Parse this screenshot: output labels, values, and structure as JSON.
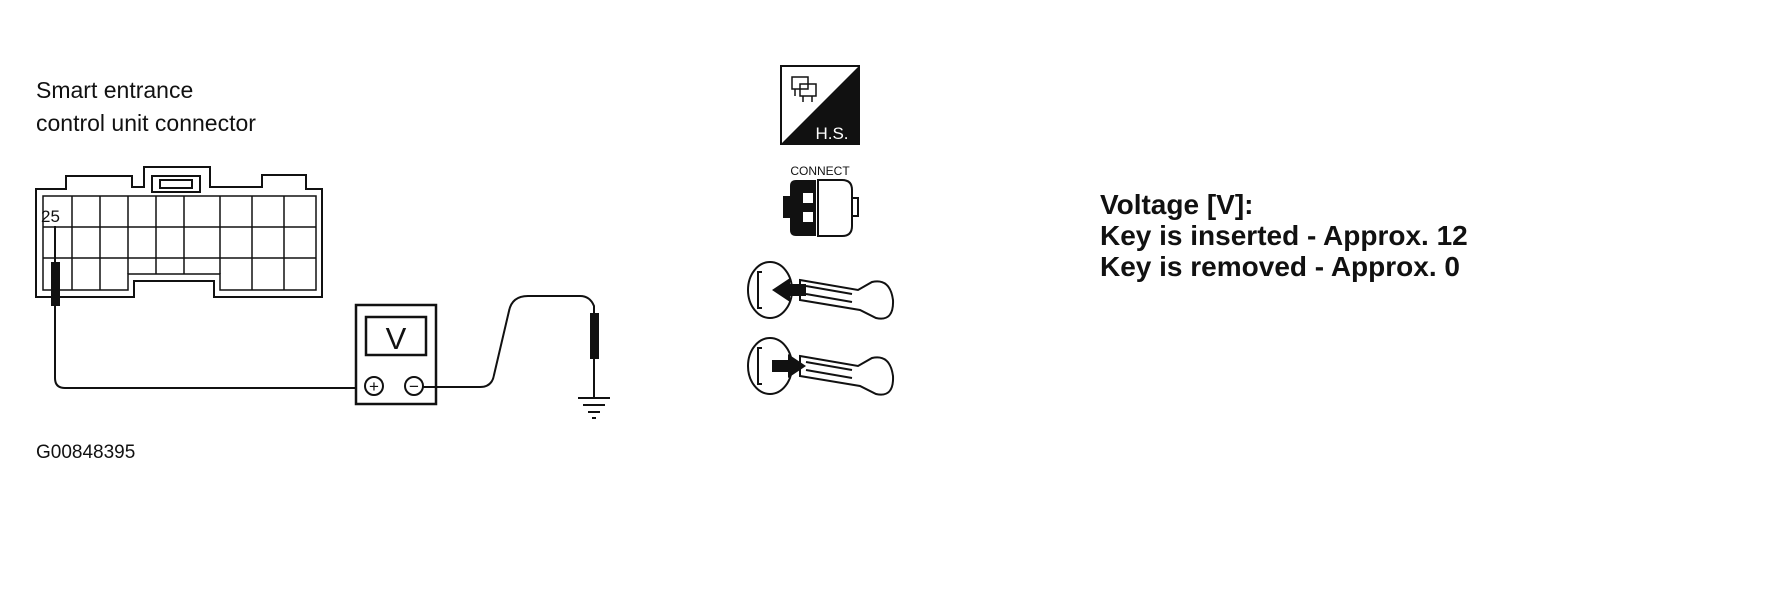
{
  "connector": {
    "label_line1": "Smart entrance",
    "label_line2": "control unit connector",
    "pin_number": "25"
  },
  "meter": {
    "symbol": "V",
    "plus": "+",
    "minus": "−"
  },
  "icons": {
    "hs_label": "H.S.",
    "connect_label": "CONNECT",
    "key_insert_icon": "key-insert-icon",
    "key_remove_icon": "key-remove-icon"
  },
  "spec": {
    "line1": "Voltage [V]:",
    "line2": "Key is inserted - Approx. 12",
    "line3": "Key is removed - Approx. 0"
  },
  "figure_id": "G00848395",
  "colors": {
    "ink": "#111111",
    "background": "#ffffff"
  }
}
